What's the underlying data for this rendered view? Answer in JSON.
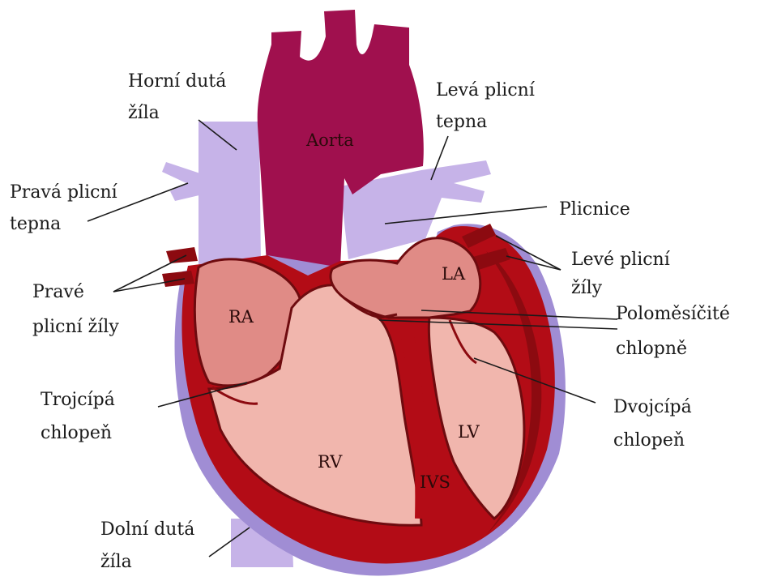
{
  "colors": {
    "vein": "#c6b3e8",
    "vein_dark": "#a08dd4",
    "aorta": "#a0104e",
    "wall": "#b30c16",
    "wall_dark": "#8c0a10",
    "chamber": "#e08b86",
    "chamber_light": "#f1b6ad",
    "outline": "#6e0b0f"
  },
  "labels": {
    "horni_duta_1": "Horní dutá",
    "horni_duta_2": "žíla",
    "leva_plicni_tepna_1": "Levá plicní",
    "leva_plicni_tepna_2": "tepna",
    "prava_plicni_tepna_1": "Pravá plicní",
    "prava_plicni_tepna_2": "tepna",
    "plicnice": "Plicnice",
    "leve_plicni_zily_1": "Levé plicní",
    "leve_plicni_zily_2": "žíly",
    "prave_plicni_zily_1": "Pravé",
    "prave_plicni_zily_2": "plicní žíly",
    "polomesicite_1": "Poloměsíčité",
    "polomesicite_2": "chlopně",
    "trojcipa_1": "Trojcípá",
    "trojcipa_2": "chlopeň",
    "dvojcipa_1": "Dvojcípá",
    "dvojcipa_2": "chlopeň",
    "dolni_duta_1": "Dolní dutá",
    "dolni_duta_2": "žíla"
  },
  "inner_labels": {
    "aorta": "Aorta",
    "ra": "RA",
    "la": "LA",
    "rv": "RV",
    "lv": "LV",
    "ivs": "IVS"
  }
}
